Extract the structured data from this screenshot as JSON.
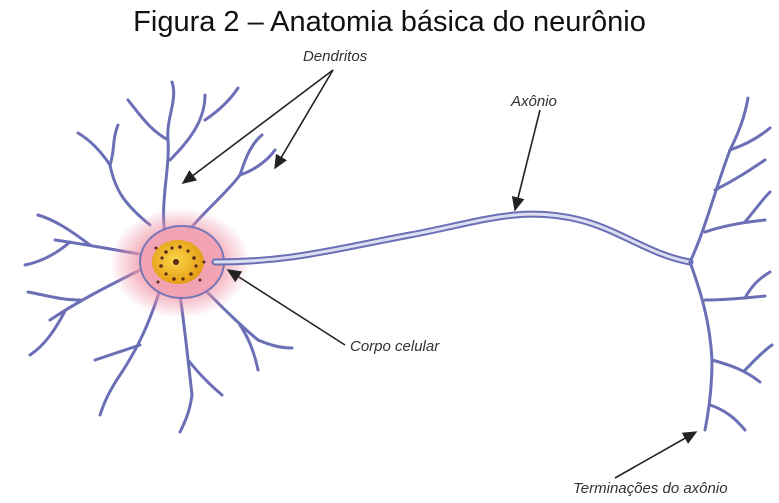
{
  "figure": {
    "title": "Figura 2 – Anatomia básica do neurônio",
    "labels": {
      "dendrites": "Dendritos",
      "axon": "Axônio",
      "cell_body": "Corpo celular",
      "axon_terminals": "Terminações do axônio"
    },
    "colors": {
      "neuron_outline": "#6b6fb5",
      "neuron_fill": "#dcdff2",
      "soma_glow": "#f07a93",
      "nucleus": "#f2b21c",
      "nucleus_dots": "#5a2a1a",
      "arrow": "#222222"
    }
  }
}
